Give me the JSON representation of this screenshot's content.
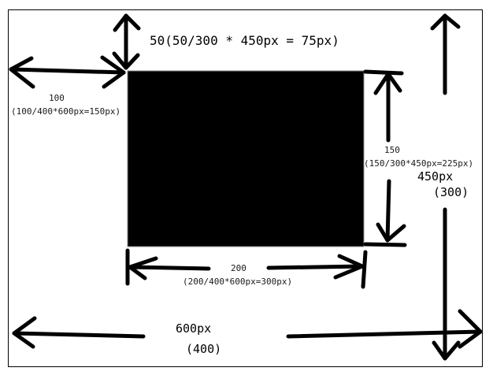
{
  "diagram": {
    "top_offset": {
      "label": "50(50/300 * 450px = 75px)"
    },
    "left_offset": {
      "value": "100",
      "formula": "(100/400*600px=150px)"
    },
    "box_height": {
      "value": "150",
      "formula": "(150/300*450px=225px)"
    },
    "box_width": {
      "value": "200",
      "formula": "(200/400*600px=300px)"
    },
    "container_height": {
      "px": "450px",
      "units": "(300)"
    },
    "container_width": {
      "px": "600px",
      "units": "(400)"
    }
  }
}
